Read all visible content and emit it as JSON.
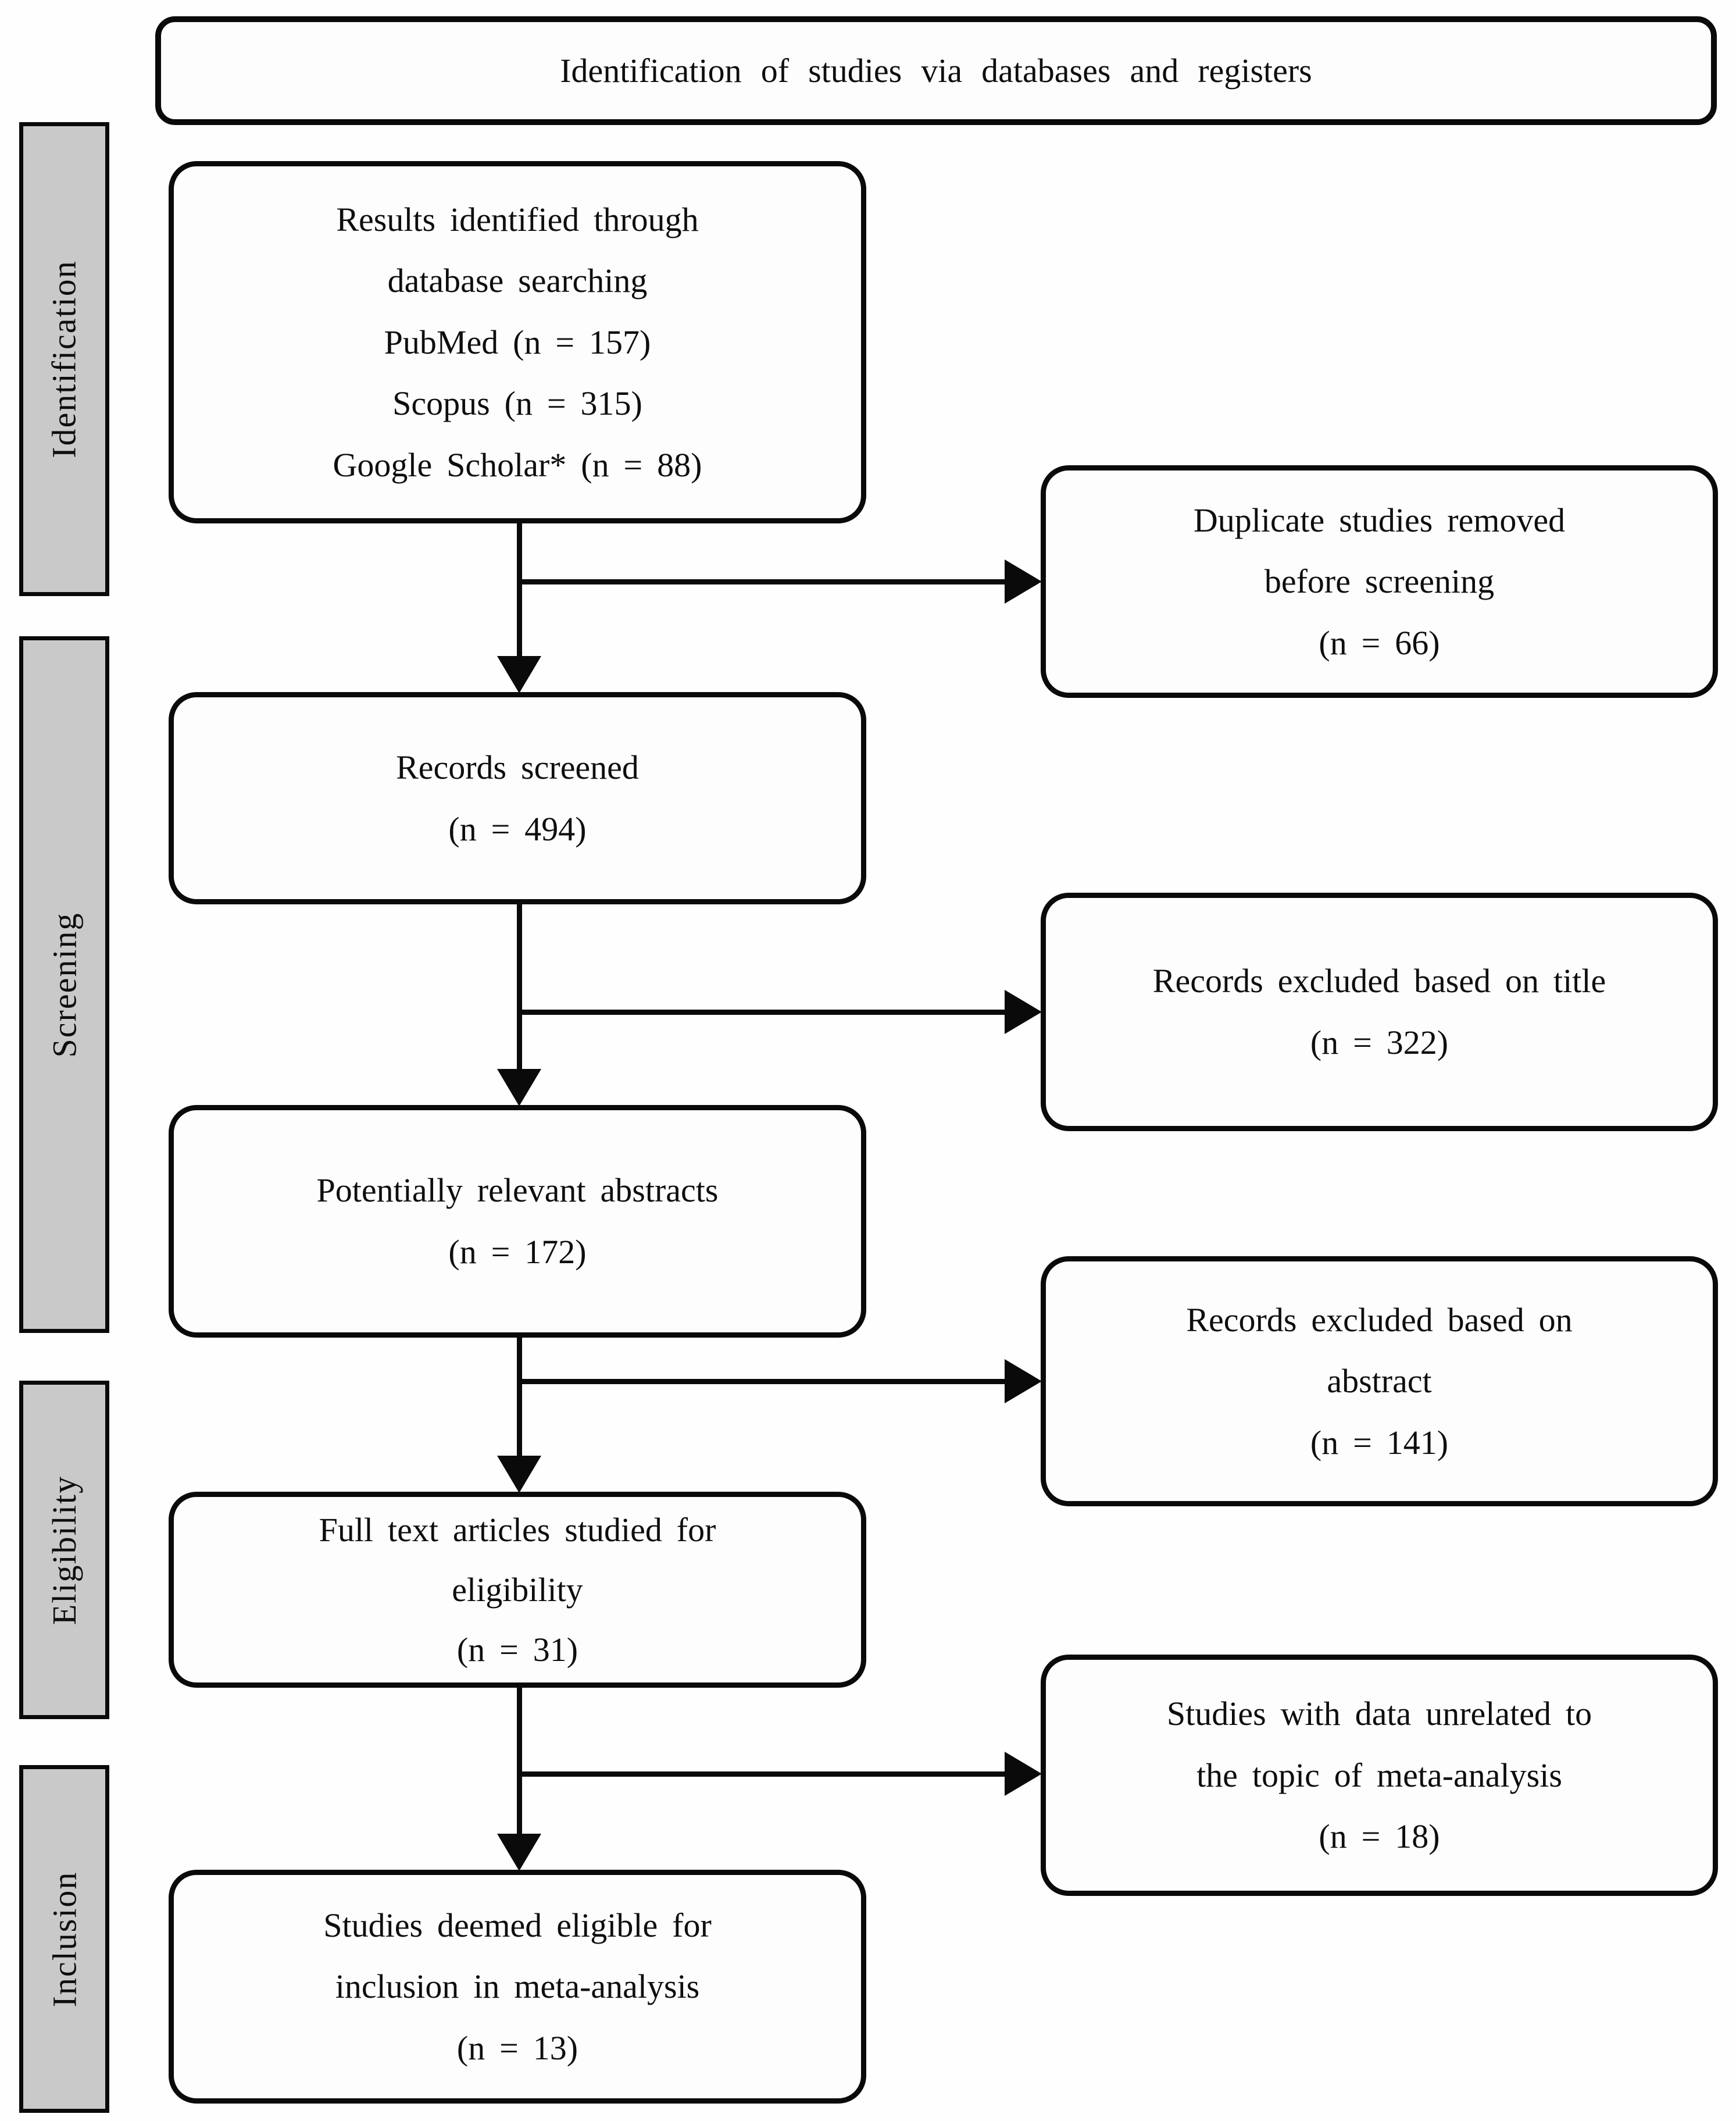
{
  "diagram": {
    "title": "Identification of studies via databases and registers",
    "stages": [
      {
        "label": "Identification"
      },
      {
        "label": "Screening"
      },
      {
        "label": "Eligibility"
      },
      {
        "label": "Inclusion"
      }
    ],
    "flow_boxes": [
      {
        "name": "results-identified",
        "lines": [
          "Results identified through",
          "database searching",
          "PubMed (n = 157)",
          "Scopus (n = 315)",
          "Google Scholar* (n = 88)"
        ]
      },
      {
        "name": "records-screened",
        "lines": [
          "Records screened",
          "(n = 494)"
        ]
      },
      {
        "name": "relevant-abstracts",
        "lines": [
          "Potentially relevant abstracts",
          "(n = 172)"
        ]
      },
      {
        "name": "full-text-articles",
        "lines": [
          "Full text articles studied for",
          "eligibility",
          "(n = 31)"
        ]
      },
      {
        "name": "studies-included",
        "lines": [
          "Studies deemed eligible for",
          "inclusion in meta-analysis",
          "(n = 13)"
        ]
      }
    ],
    "exclusion_boxes": [
      {
        "name": "duplicates-removed",
        "lines": [
          "Duplicate studies removed",
          "before screening",
          "(n = 66)"
        ]
      },
      {
        "name": "excluded-by-title",
        "lines": [
          "Records excluded based on title",
          "(n = 322)"
        ]
      },
      {
        "name": "excluded-by-abstract",
        "lines": [
          "Records excluded based on",
          "abstract",
          "(n = 141)"
        ]
      },
      {
        "name": "unrelated-data",
        "lines": [
          "Studies with data unrelated to",
          "the topic of meta-analysis",
          "(n = 18)"
        ]
      }
    ],
    "colors": {
      "stage_fill": "#c9c9c9",
      "line_and_border": "#0a0a0a",
      "background": "#fefefe"
    }
  }
}
